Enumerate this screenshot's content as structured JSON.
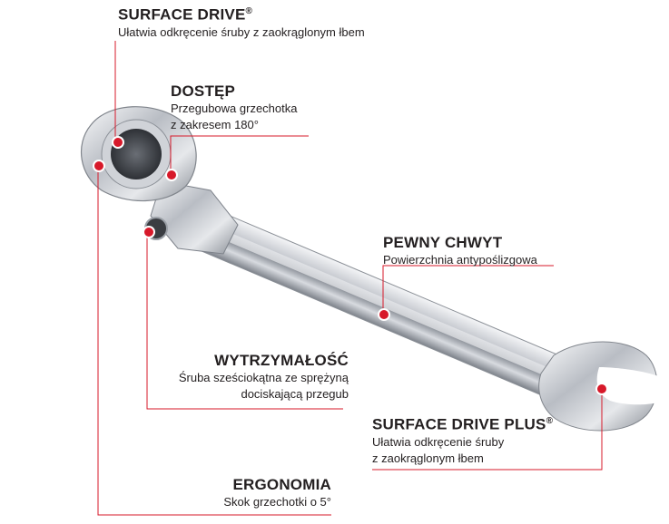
{
  "callouts": [
    {
      "id": "surface-drive",
      "title": "SURFACE DRIVE",
      "mark": "®",
      "lines": [
        "Ułatwia odkręcenie śruby z zaokrąglonym łbem"
      ]
    },
    {
      "id": "dostep",
      "title": "DOSTĘP",
      "mark": "",
      "lines": [
        "Przegubowa grzechotka",
        "z zakresem 180°"
      ]
    },
    {
      "id": "pewny-chwyt",
      "title": "PEWNY CHWYT",
      "mark": "",
      "lines": [
        "Powierzchnia antypoślizgowa"
      ]
    },
    {
      "id": "wytrzymalosc",
      "title": "WYTRZYMAŁOŚĆ",
      "mark": "",
      "lines": [
        "Śruba sześciokątna ze sprężyną",
        "dociskającą przegub"
      ]
    },
    {
      "id": "surface-drive-plus",
      "title": "SURFACE DRIVE PLUS",
      "mark": "®",
      "lines": [
        "Ułatwia odkręcenie śruby",
        "z zaokrąglonym łbem"
      ]
    },
    {
      "id": "ergonomia",
      "title": "ERGONOMIA",
      "mark": "",
      "lines": [
        "Skok grzechotki o 5°"
      ]
    }
  ],
  "colors": {
    "accent": "#d7192a",
    "line": "#d7192a",
    "text": "#231f20"
  }
}
